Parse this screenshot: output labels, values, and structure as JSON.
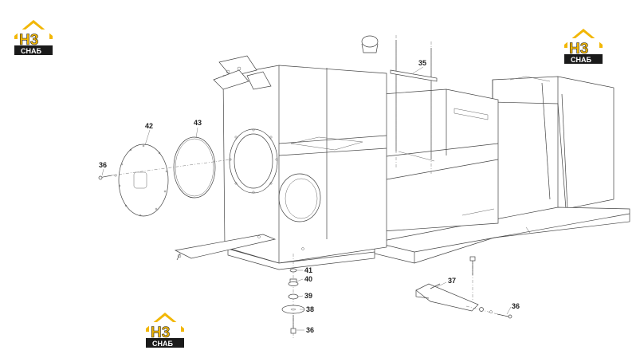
{
  "logo": {
    "letters": "H3",
    "subtext": "CHAБ",
    "colors": {
      "roof": "#f2b705",
      "letters": "#f2b705",
      "plate": "#1a1a1a",
      "subtext": "#ffffff"
    }
  },
  "callouts": [
    {
      "id": "c35",
      "label": "35"
    },
    {
      "id": "c42",
      "label": "42"
    },
    {
      "id": "c43",
      "label": "43"
    },
    {
      "id": "c36a",
      "label": "36"
    },
    {
      "id": "c41",
      "label": "41"
    },
    {
      "id": "c40",
      "label": "40"
    },
    {
      "id": "c39",
      "label": "39"
    },
    {
      "id": "c38",
      "label": "38"
    },
    {
      "id": "c36b",
      "label": "36"
    },
    {
      "id": "c37",
      "label": "37"
    },
    {
      "id": "c36c",
      "label": "36"
    }
  ],
  "colors": {
    "line": "#444444",
    "background": "#ffffff"
  }
}
